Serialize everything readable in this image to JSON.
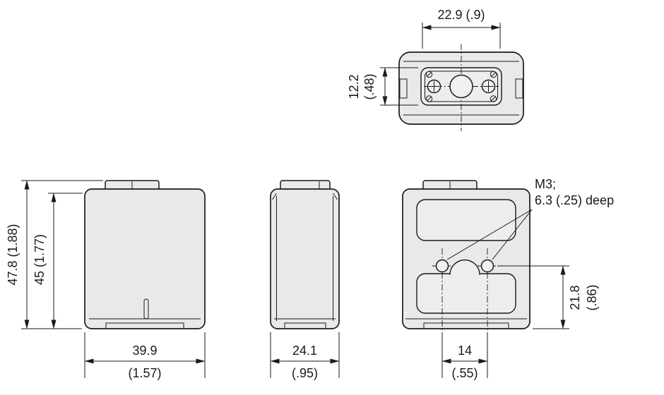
{
  "page": {
    "background": "#ffffff",
    "line_color": "#1a1a1a",
    "part_fill": "#e9e9e9",
    "recess_fill": "#ededed"
  },
  "views": {
    "top": {
      "dim_width": "22.9 (.9)",
      "dim_depth_value": "12.2",
      "dim_depth_alt": "(.48)"
    },
    "front": {
      "dim_height_outer": "47.8 (1.88)",
      "dim_height_inner": "45 (1.77)",
      "dim_width_value": "39.9",
      "dim_width_alt": "(1.57)"
    },
    "side": {
      "dim_width_value": "24.1",
      "dim_width_alt": "(.95)"
    },
    "back": {
      "note_line1": "M3;",
      "note_line2": "6.3 (.25) deep",
      "dim_height_value": "21.8",
      "dim_height_alt": "(.86)",
      "dim_hole_spacing_value": "14",
      "dim_hole_spacing_alt": "(.55)"
    }
  }
}
